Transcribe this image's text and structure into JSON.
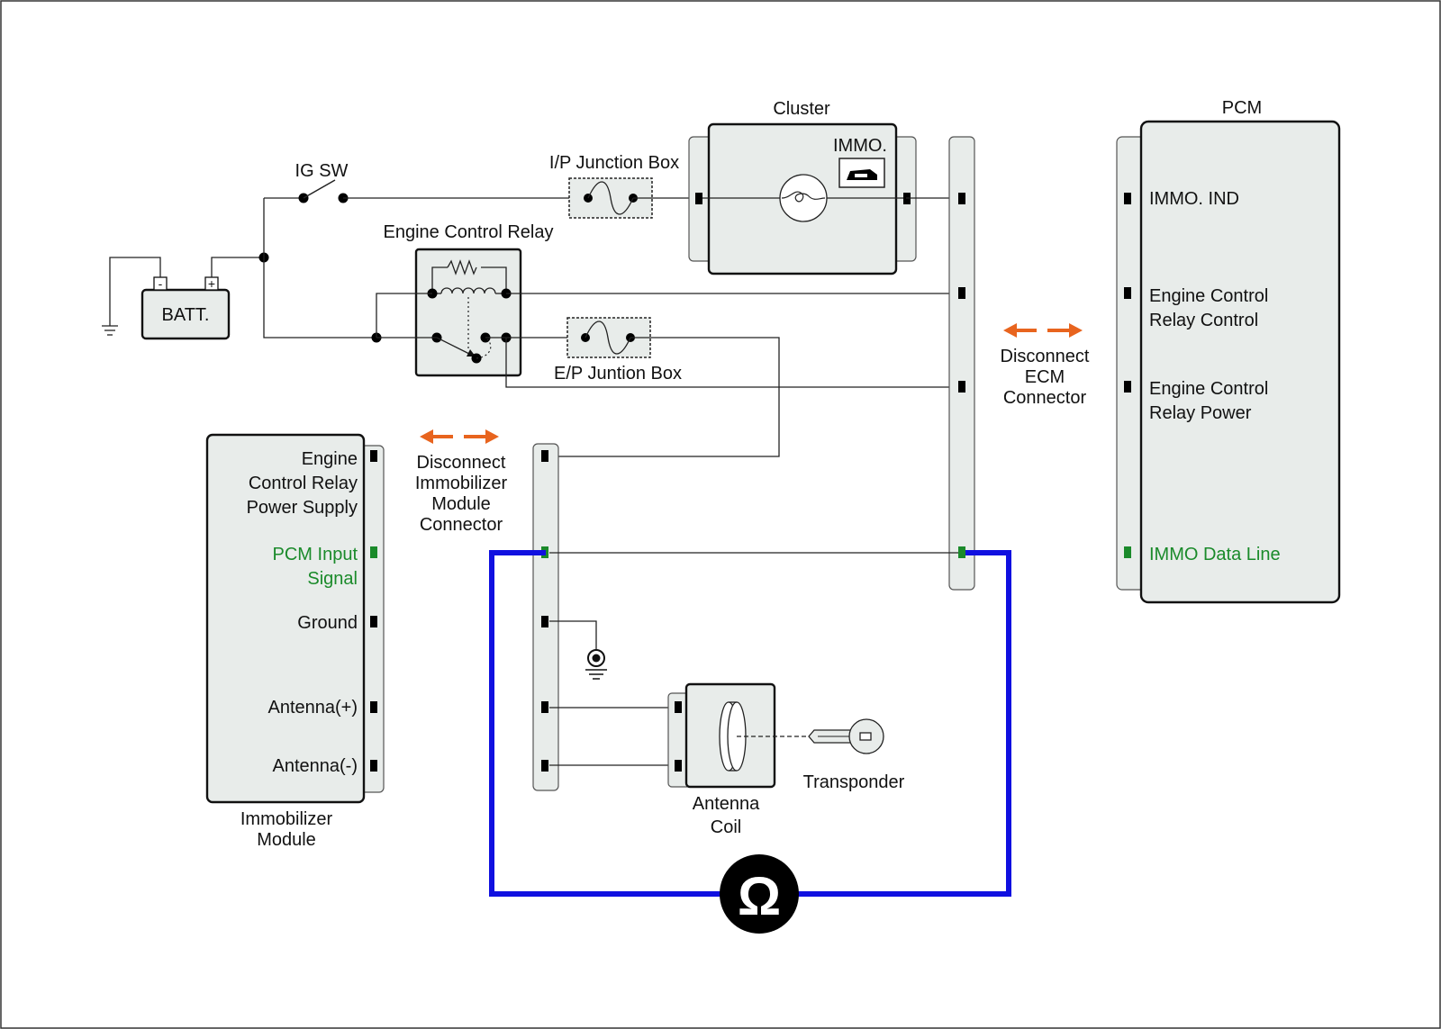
{
  "components": {
    "ig_sw": "IG SW",
    "batt": "BATT.",
    "batt_neg": "-",
    "batt_pos": "+",
    "engine_control_relay": "Engine Control Relay",
    "ip_junction_box": "I/P Junction Box",
    "ep_junction_box": "E/P Juntion Box",
    "cluster": "Cluster",
    "cluster_immo": "IMMO.",
    "pcm": "PCM",
    "antenna_coil": [
      "Antenna",
      "Coil"
    ],
    "transponder": "Transponder",
    "immobilizer_module": [
      "Immobilizer",
      "Module"
    ],
    "ohmmeter_symbol": "Ω"
  },
  "disconnect_labels": {
    "ecm": [
      "Disconnect",
      "ECM",
      "Connector"
    ],
    "immobilizer": [
      "Disconnect",
      "Immobilizer",
      "Module",
      "Connector"
    ]
  },
  "pcm_pins": [
    {
      "label": [
        "IMMO. IND"
      ]
    },
    {
      "label": [
        "Engine Control",
        "Relay Control"
      ]
    },
    {
      "label": [
        "Engine Control",
        "Relay Power"
      ]
    },
    {
      "label": [
        "IMMO Data Line"
      ],
      "highlight": true
    }
  ],
  "immobilizer_pins": [
    {
      "label": [
        "Engine",
        "Control Relay",
        "Power Supply"
      ]
    },
    {
      "label": [
        "PCM Input",
        "Signal"
      ],
      "highlight": true
    },
    {
      "label": [
        "Ground"
      ]
    },
    {
      "label": [
        "Antenna(+)"
      ]
    },
    {
      "label": [
        "Antenna(-)"
      ]
    }
  ],
  "colors": {
    "measurement_wire": "#1010e0",
    "highlight_text": "#1a8a2a",
    "arrow": "#e8641e",
    "ohmmeter": "#000000"
  }
}
